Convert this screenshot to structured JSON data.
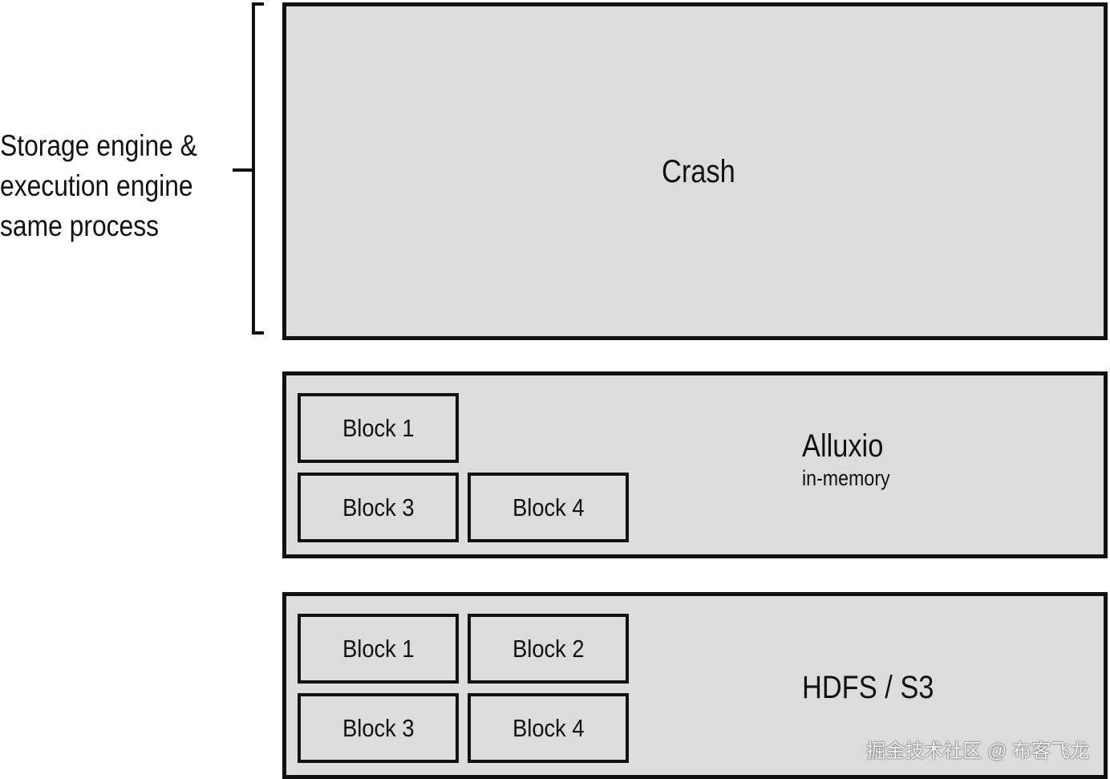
{
  "side_label": {
    "lines": [
      "Storage engine &",
      "execution engine",
      "same process"
    ]
  },
  "crash_panel": {
    "title": "Crash"
  },
  "alluxio_panel": {
    "title": "Alluxio",
    "subtitle": "in-memory",
    "blocks": [
      "Block 1",
      "Block 3",
      "Block 4"
    ]
  },
  "hdfs_panel": {
    "title": "HDFS / S3",
    "blocks": [
      "Block 1",
      "Block 2",
      "Block 3",
      "Block 4"
    ]
  },
  "watermark": "掘金技术社区 @ 布客飞龙",
  "colors": {
    "panel_fill": "#dcdcdc",
    "stroke": "#111111",
    "background": "#ffffff"
  }
}
